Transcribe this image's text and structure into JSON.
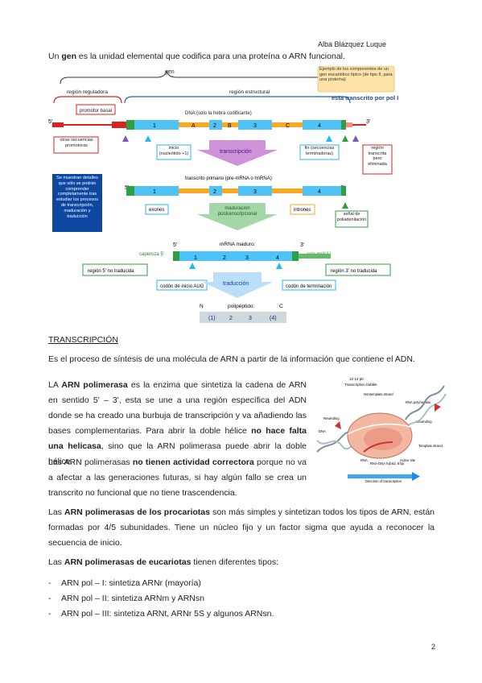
{
  "header": {
    "author": "Alba Blázquez Luque"
  },
  "intro": {
    "a": "Un ",
    "b": "gen",
    "c": " es la unidad elemental que codifica para una proteína o ARN funcional."
  },
  "figure": {
    "gen": "gen",
    "reg_regulatory": "región reguladora",
    "reg_structural": "región estructural",
    "example": "Ejemplo de los componentes de un gen eucariótico típico (de tipo II, para una proteína)",
    "transcribed_by": "esta transcrito por pol II",
    "promoter": "promotor basal",
    "dna": "DNA (sólo la hebra codificante)",
    "other_seq": "otras secuencias promotoras",
    "start": "inicio (nucleótido +1)",
    "end": "fin (secuencias terminadoras)",
    "region_removed": "región transcrita pero eliminada",
    "transcription": "transcripción",
    "primary": "transcrito primario (pre-mRNA o hnRNA):",
    "note": "Se muestran detalles que sólo se podrán comprender completamente tras estudiar los procesos de transcripción, maduración y traducción",
    "exons": "exones",
    "introns": "intrones",
    "polyA_signal": "señal de poliadenilación",
    "maturation": "maduración postranscripcional",
    "mature": "mRNA maduro:",
    "cap": "caperuza 5'",
    "tail": "cola poli(A)",
    "utr5": "región 5' no traducida",
    "utr3": "región 3' no traducida",
    "aug": "codón de inicio AUG",
    "stop": "codón de terminación",
    "translation": "traducción",
    "n": "N",
    "polypeptide": "polipéptido:",
    "c": "C",
    "pp1": "(1)",
    "pp2": "2",
    "pp3": "3",
    "pp4": "(4)",
    "p5": "5'",
    "p3": "3'",
    "l1": "1",
    "l2": "2",
    "l3": "3",
    "l4": "4",
    "lA": "A",
    "lB": "B",
    "lC": "C"
  },
  "section_title": "TRANSCRIPCIÓN",
  "p1": "Es el proceso de síntesis de una molécula de ARN a partir de la información que contiene el ADN.",
  "p2": {
    "a": "LA ",
    "b": "ARN polimerasa",
    "c": " es la enzima que sintetiza la cadena de ARN en sentido 5' – 3', esta se une a una región específica del ADN donde se ha creado una burbuja de transcripción y va añadiendo las bases complementarias. Para abrir la doble hélice ",
    "d": "no hace falta una helicasa",
    "e": ", sino que la ARN polimerasa puede abrir la doble hélice."
  },
  "p3": {
    "a": "Las ARN polimerasas ",
    "b": "no tienen actividad correctora",
    "c": " porque no va a afectar a las generaciones futuras, si hay algún fallo se crea un transcrito no funcional que no tiene trascendencia."
  },
  "p4": {
    "a": "Las ",
    "b": "ARN polimerasas de los procariotas",
    "c": " son más simples y sintetizan todos los tipos de ARN, están formadas por 4/5 subunidades. Tiene un núcleo fijo y un factor sigma que ayuda a reconocer la secuencia de inicio."
  },
  "p5": {
    "a": "Las ",
    "b": "ARN polimerasas de eucariotas",
    "c": " tienen diferentes tipos:"
  },
  "list": [
    "ARN pol – I: sintetiza ARNr (mayoría)",
    "ARN pol – II: sintetiza ARNm y ARNsn",
    "ARN pol – III: sintetiza ARNt, ARNr 5S y algunos ARNsn."
  ],
  "bubble": {
    "size": "12-14 pb",
    "title": "Transcription bubble",
    "nontemplate": "Nontemplate strand",
    "rnapol": "RNA polymerase",
    "rewinding": "Rewinding",
    "unwinding": "Unwinding",
    "dna": "DNA",
    "template": "Template strand",
    "rna": "RNA",
    "hybrid": "RNA-DNA hybrid, 8 bp",
    "active": "Active site",
    "direction": "Direction of transcription"
  },
  "page_number": "2"
}
